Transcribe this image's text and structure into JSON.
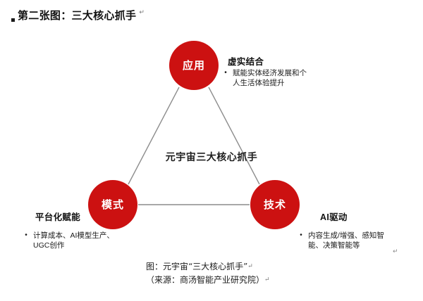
{
  "heading": {
    "bullet": "square-bullet",
    "text": "第二张图：三大核心抓手",
    "pilcrow": "↵"
  },
  "diagram": {
    "center_label": "元宇宙三大核心抓手",
    "accent_color": "#CC1111",
    "line_color": "#8c8c8c",
    "nodes": [
      {
        "id": "app",
        "label": "应用"
      },
      {
        "id": "mode",
        "label": "模式"
      },
      {
        "id": "tech",
        "label": "技术"
      }
    ],
    "callouts": [
      {
        "id": "app",
        "title": "虚实结合",
        "bullet": "•",
        "text": "赋能实体经济发展和个\n人生活体验提升"
      },
      {
        "id": "mode",
        "title": "平台化赋能",
        "bullet": "•",
        "text": "计算成本、AI模型生产、\nUGC创作"
      },
      {
        "id": "tech",
        "title": "AI驱动",
        "bullet": "•",
        "text": "内容生成/增强、感知智\n能、决策智能等"
      }
    ]
  },
  "caption": {
    "line1": "图：元宇宙“三大核心抓手”",
    "line1_pilcrow": "↵",
    "line2": "（来源：商汤智能产业研究院）",
    "line2_pilcrow": "↵"
  },
  "stray_pilcrow": "↵"
}
